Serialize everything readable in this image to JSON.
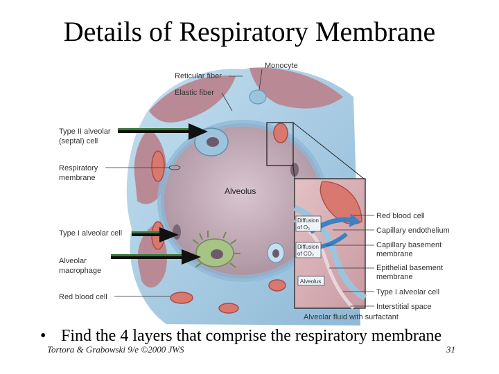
{
  "slide": {
    "title": "Details of Respiratory Membrane",
    "bullet_symbol": "•",
    "bullet_text": "Find the 4 layers that comprise the respiratory membrane",
    "footer": "Tortora & Grabowski 9/e ©2000 JWS",
    "page_number": "31"
  },
  "figure": {
    "labels": {
      "monocyte": "Monocyte",
      "reticular_fiber": "Reticular fiber",
      "elastic_fiber": "Elastic fiber",
      "type2_line1": "Type II alveolar",
      "type2_line2": "(septal) cell",
      "resp_line1": "Respiratory",
      "resp_line2": "membrane",
      "alveolus": "Alveolus",
      "type1_left": "Type I alveolar cell",
      "macro_line1": "Alveolar",
      "macro_line2": "macrophage",
      "rbc_left": "Red blood cell",
      "rbc_right": "Red blood cell",
      "cap_endo": "Capillary endothelium",
      "cap_base_line1": "Capillary basement",
      "cap_base_line2": "membrane",
      "epi_base_line1": "Epithelial basement",
      "epi_base_line2": "membrane",
      "type1_right": "Type I alveolar cell",
      "interstitial": "Interstitial space",
      "alveolar_fluid": "Alveolar fluid with surfactant",
      "diff_o2_line1": "Diffusion",
      "diff_o2_line2": "of O₂",
      "diff_co2_line1": "Diffusion",
      "diff_co2_line2": "of CO₂",
      "inset_alveolus": "Alveolus"
    },
    "colors": {
      "arrow": "#111111",
      "arrow_fill": "#3a7a3a",
      "tissue_blue": "#a9cde3",
      "alveolus_fill": "#c7b3bd",
      "rbc": "#d9786e",
      "inset_bg": "#d9b3b8",
      "diffusion_arrow": "#3b82c4"
    }
  }
}
